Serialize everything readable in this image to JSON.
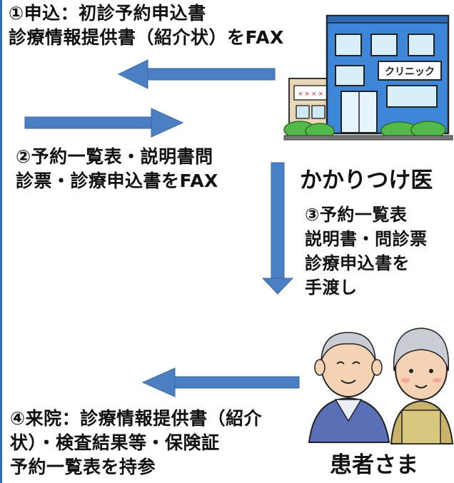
{
  "step1": {
    "line1": "①申込：初診予約申込書",
    "line2": "診療情報提供書（紹介状）をFAX"
  },
  "step2": {
    "line1": "②予約一覧表・説明書問",
    "line2": "診票・診療申込書をFAX"
  },
  "step3": {
    "line1": "③予約一覧表",
    "line2": "説明書・問診票",
    "line3": "診療申込書を",
    "line4": "手渡し"
  },
  "step4": {
    "line1": "④来院：診療情報提供書（紹介",
    "line2": "状）・検査結果等・保険証",
    "line3": "予約一覧表を持参"
  },
  "clinic": {
    "label": "かかりつけ医",
    "sign": "クリニック",
    "sign_small": "× × × ×"
  },
  "patients": {
    "label": "患者さま"
  },
  "colors": {
    "arrow": "#4a7fc1",
    "building": "#3d86d8",
    "border": "#2f6fb5"
  }
}
